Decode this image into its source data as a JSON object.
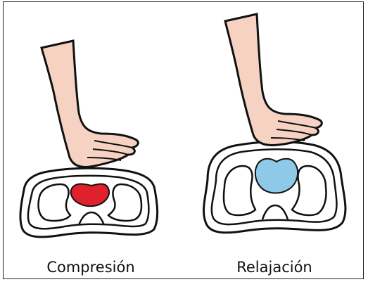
{
  "panels": [
    {
      "caption": "Compresión",
      "heart_color": "#e0202a",
      "state": "compressed"
    },
    {
      "caption": "Relajación",
      "heart_color": "#8ec9e8",
      "state": "relaxed"
    }
  ],
  "colors": {
    "skin": "#f6d2c2",
    "outline": "#111111",
    "background": "#ffffff"
  }
}
